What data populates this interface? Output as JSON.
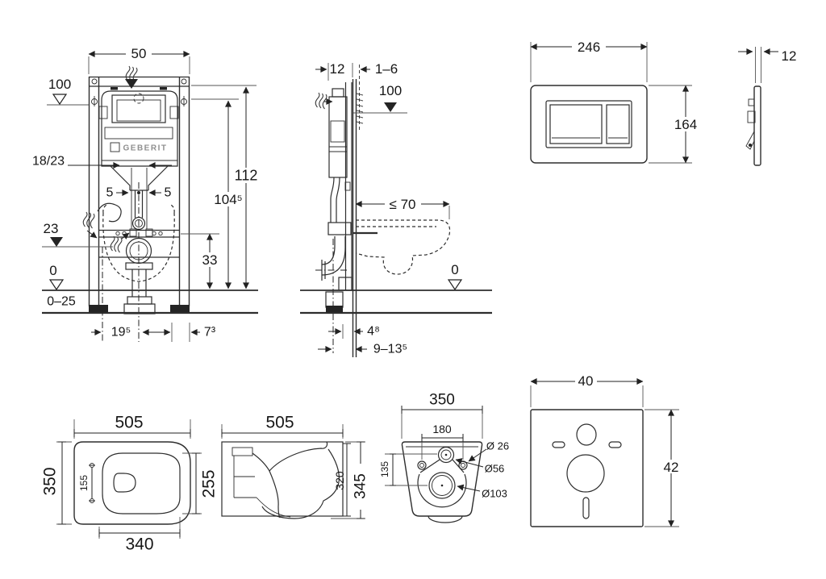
{
  "drawing": {
    "brand": "GEBERIT",
    "frame_front": {
      "width": "50",
      "supply_level": "100",
      "rods": "18/23",
      "offset_left": "5",
      "offset_right": "5",
      "outlet_level": "23",
      "floor_level": "0",
      "floor_range": "0–25",
      "foot_depth": "19⁵",
      "foot_side": "7³",
      "bolt_height": "33",
      "plate_level": "104⁵",
      "total_height": "112"
    },
    "frame_side": {
      "depth": "12",
      "wall_range": "1–6",
      "supply_level": "100",
      "bowl_depth_max": "≤ 70",
      "floor_level": "0",
      "outlet_offset": "4⁸",
      "outlet_range": "9–13⁵"
    },
    "plate_front": {
      "width": "246",
      "height": "164"
    },
    "plate_side": {
      "depth": "12"
    },
    "bowl_top": {
      "length": "505",
      "width": "350",
      "hole_spacing": "155",
      "inner_length": "255",
      "front_width": "340"
    },
    "bowl_side": {
      "length": "505",
      "inner_height": "320",
      "height": "345"
    },
    "bowl_back": {
      "width": "350",
      "hole_spacing": "180",
      "center_spacing": "135",
      "fixing_dia": "Ø 26",
      "inlet_dia": "Ø56",
      "outlet_dia": "Ø103"
    },
    "pad": {
      "width": "40",
      "height": "42"
    }
  }
}
